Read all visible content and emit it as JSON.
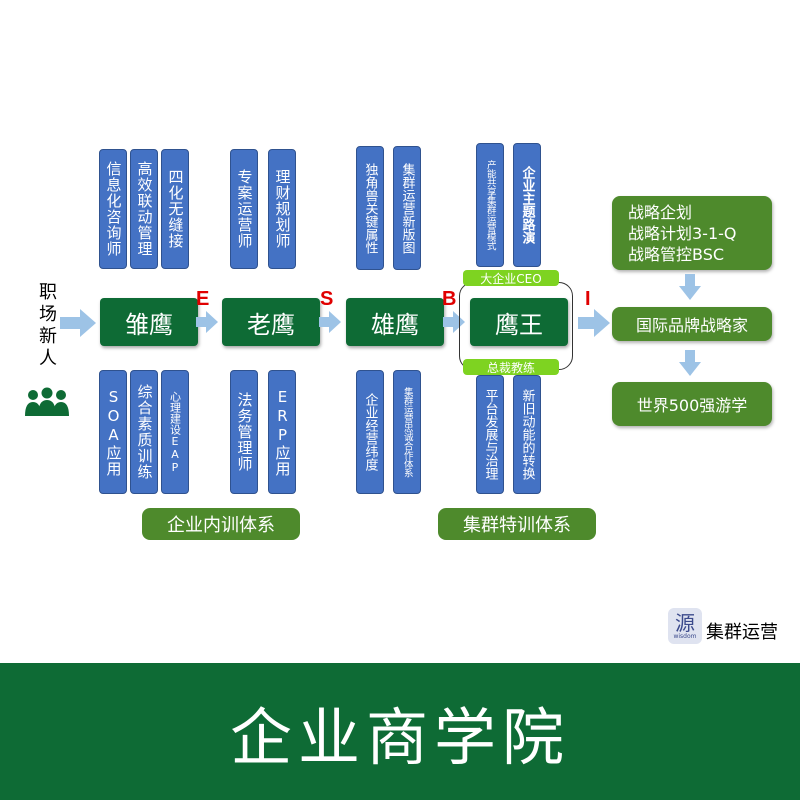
{
  "start": {
    "label": "职场新人",
    "icon": "people-group-icon"
  },
  "stages": [
    {
      "label": "雏鹰"
    },
    {
      "label": "老鹰"
    },
    {
      "label": "雄鹰"
    },
    {
      "label": "鹰王"
    }
  ],
  "transitions": [
    "E",
    "S",
    "B",
    "I"
  ],
  "top_boxes": [
    "信息化咨询师",
    "高效联动管理",
    "四化无缝接",
    "专案运营师",
    "理财规划师",
    "独角兽关键属性",
    "集群运营新版图",
    "产能共享集群运营模式",
    "企业主题路演"
  ],
  "bottom_boxes": [
    "SOA应用",
    "综合素质训练",
    "心理建设EAP",
    "法务管理师",
    "ERP应用",
    "企业经营纬度",
    "集群运营忠诚合作体系",
    "平台发展与治理",
    "新旧动能的转换"
  ],
  "tags": {
    "top": "大企业CEO",
    "bottom": "总裁教练"
  },
  "systems": {
    "internal": "企业内训体系",
    "cluster": "集群特训体系"
  },
  "right": {
    "strategy_lines": [
      "战略企划",
      "战略计划3-1-Q",
      "战略管控BSC"
    ],
    "brand": "国际品牌战略家",
    "study": "世界500强游学"
  },
  "logo": {
    "glyph": "源",
    "sub": "wisdom",
    "text": "集群运营"
  },
  "footer": {
    "title": "企业商学院"
  },
  "colors": {
    "dark_green": "#0e6b35",
    "mid_green": "#4e8a2c",
    "light_green": "#7ed321",
    "blue": "#4472c4",
    "arrow": "#9dc3e6",
    "red": "#e00000"
  }
}
